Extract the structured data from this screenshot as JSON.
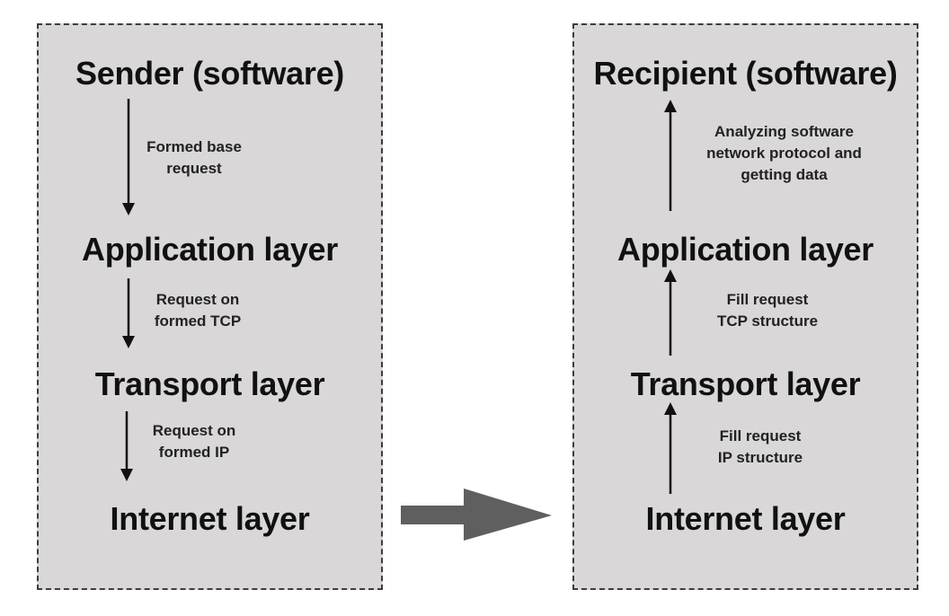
{
  "sender": {
    "title": "Sender (software)",
    "steps": [
      {
        "note": "Formed base\nrequest",
        "layer": "Application layer"
      },
      {
        "note": "Request on\nformed TCP",
        "layer": "Transport layer"
      },
      {
        "note": "Request on\nformed IP",
        "layer": "Internet layer"
      }
    ]
  },
  "recipient": {
    "title": "Recipient (software)",
    "notes": {
      "top": "Analyzing software\nnetwork protocol and\ngetting data",
      "middle": "Fill request\nTCP structure",
      "bottom": "Fill request\nIP structure"
    },
    "layers": {
      "application": "Application layer",
      "transport": "Transport layer",
      "internet": "Internet layer"
    }
  },
  "colors": {
    "panel_fill": "#d9d7d8",
    "panel_border": "#3d3d3d",
    "text": "#111111",
    "big_arrow": "#5f5f5f"
  }
}
